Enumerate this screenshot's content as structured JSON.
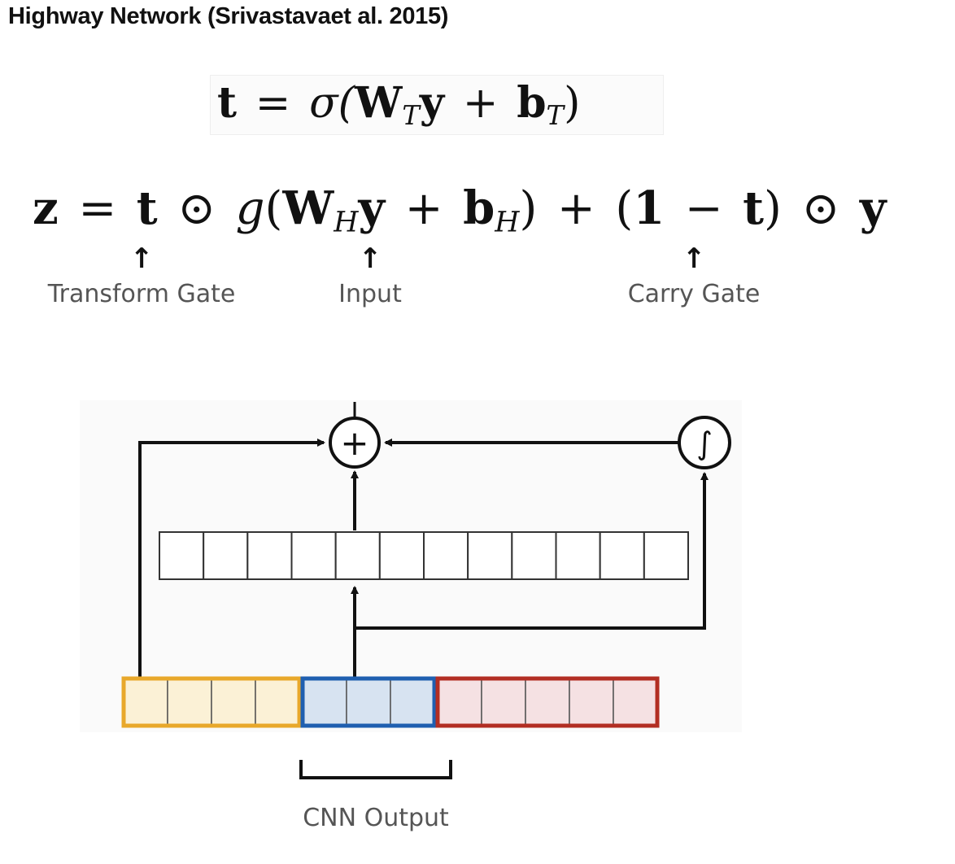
{
  "title": "Highway Network (Srivastavaet al. 2015)",
  "equations": {
    "gate": {
      "lhs": "t",
      "eq": "=",
      "sigma": "σ(",
      "W": "W",
      "W_sub": "T",
      "y": "y",
      "plus": "+",
      "b": "b",
      "b_sub": "T",
      "close": ")"
    },
    "output": {
      "z": "z",
      "eq": "=",
      "t1": "t",
      "odot1": "⊙",
      "g": "g",
      "open": "(",
      "W": "W",
      "W_sub": "H",
      "y1": "y",
      "plus1": "+",
      "b": "b",
      "b_sub": "H",
      "close1": ")",
      "plus2": "+",
      "open2": "(",
      "one": "1",
      "minus": "−",
      "t2": "t",
      "close2": ")",
      "odot2": "⊙",
      "y2": "y"
    }
  },
  "annotations": [
    {
      "label": "Transform Gate"
    },
    {
      "label": "Input"
    },
    {
      "label": "Carry Gate"
    }
  ],
  "arrow_glyph": "↑",
  "diagram": {
    "plus_node_symbol": "+",
    "sigmoid_node_symbol": "∫",
    "hidden_cells": 12,
    "input_groups": [
      {
        "cells": 4,
        "border": "#e8a82b",
        "fill": "#fbf1d6"
      },
      {
        "cells": 3,
        "border": "#1f5fb0",
        "fill": "#d7e3f1"
      },
      {
        "cells": 5,
        "border": "#b22e23",
        "fill": "#f5e1e3"
      }
    ],
    "bracket_label": "CNN Output"
  }
}
